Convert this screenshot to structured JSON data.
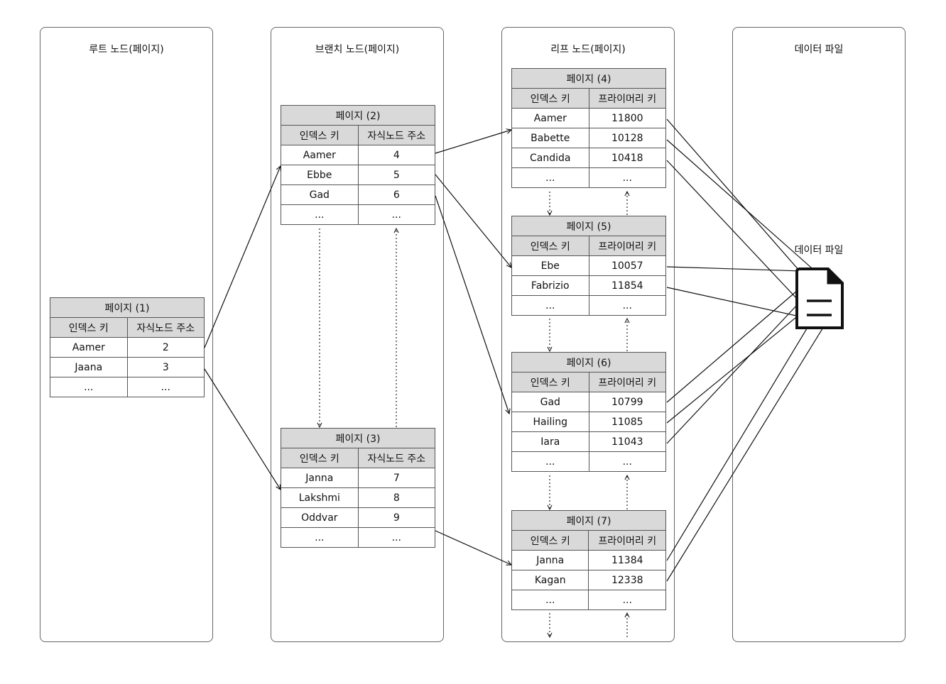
{
  "columns": {
    "root": "루트 노드(페이지)",
    "branch": "브랜치 노드(페이지)",
    "leaf": "리프 노드(페이지)",
    "data": "데이터 파일"
  },
  "data_file_label": "데이터 파일",
  "ellipsis": "...",
  "pages": {
    "p1": {
      "title": "페이지 (1)",
      "h1": "인덱스 키",
      "h2": "자식노드 주소",
      "rows": [
        [
          "Aamer",
          "2"
        ],
        [
          "Jaana",
          "3"
        ],
        [
          "...",
          "..."
        ]
      ]
    },
    "p2": {
      "title": "페이지 (2)",
      "h1": "인덱스 키",
      "h2": "자식노드 주소",
      "rows": [
        [
          "Aamer",
          "4"
        ],
        [
          "Ebbe",
          "5"
        ],
        [
          "Gad",
          "6"
        ],
        [
          "...",
          "..."
        ]
      ]
    },
    "p3": {
      "title": "페이지 (3)",
      "h1": "인덱스 키",
      "h2": "자식노드 주소",
      "rows": [
        [
          "Janna",
          "7"
        ],
        [
          "Lakshmi",
          "8"
        ],
        [
          "Oddvar",
          "9"
        ],
        [
          "...",
          "..."
        ]
      ]
    },
    "p4": {
      "title": "페이지 (4)",
      "h1": "인덱스 키",
      "h2": "프라이머리 키",
      "rows": [
        [
          "Aamer",
          "11800"
        ],
        [
          "Babette",
          "10128"
        ],
        [
          "Candida",
          "10418"
        ],
        [
          "...",
          "..."
        ]
      ]
    },
    "p5": {
      "title": "페이지 (5)",
      "h1": "인덱스 키",
      "h2": "프라이머리 키",
      "rows": [
        [
          "Ebe",
          "10057"
        ],
        [
          "Fabrizio",
          "11854"
        ],
        [
          "...",
          "..."
        ]
      ]
    },
    "p6": {
      "title": "페이지 (6)",
      "h1": "인덱스 키",
      "h2": "프라이머리 키",
      "rows": [
        [
          "Gad",
          "10799"
        ],
        [
          "Hailing",
          "11085"
        ],
        [
          "Iara",
          "11043"
        ],
        [
          "...",
          "..."
        ]
      ]
    },
    "p7": {
      "title": "페이지 (7)",
      "h1": "인덱스 키",
      "h2": "프라이머리 키",
      "rows": [
        [
          "Janna",
          "11384"
        ],
        [
          "Kagan",
          "12338"
        ],
        [
          "...",
          "..."
        ]
      ]
    }
  }
}
